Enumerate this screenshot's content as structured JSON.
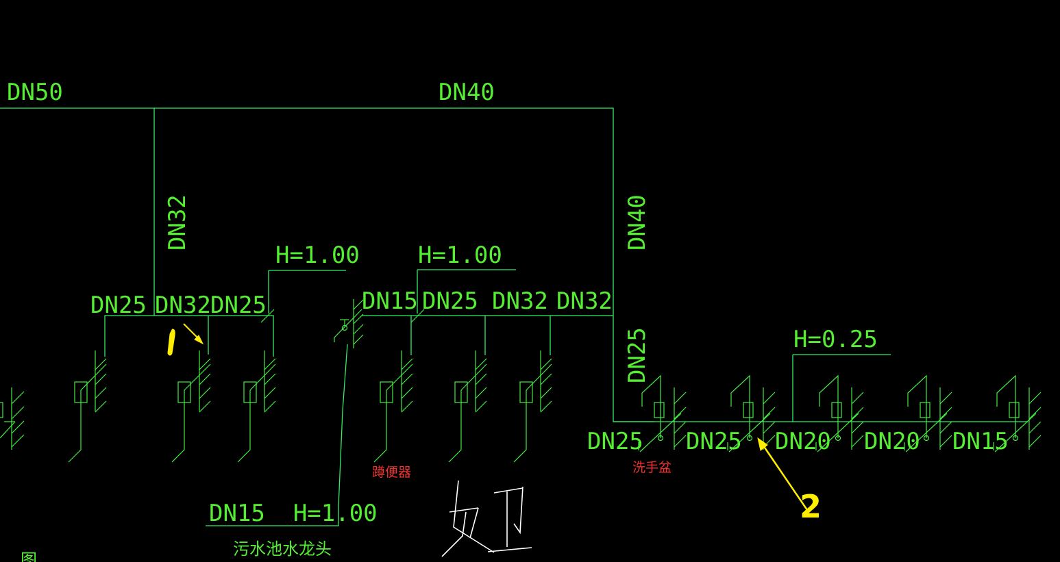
{
  "drawing": {
    "title_handwritten": "女卫",
    "partial_label_bottom_left": "图",
    "colors": {
      "background": "#000000",
      "pipe": "#33ee66",
      "label": "#55ee33",
      "fixture_name": "#ee3333",
      "annotation": "#ffee00",
      "handwriting": "#ffffff"
    }
  },
  "pipe_labels": {
    "main_left": "DN50",
    "main_top": "DN40",
    "riser_left": "DN32",
    "riser_right": "DN40",
    "riser_right_lower": "DN25",
    "branch1": [
      "DN25",
      "DN32",
      "DN25"
    ],
    "branch2": [
      "DN15",
      "DN25",
      "DN32",
      "DN32"
    ],
    "branch3": [
      "DN25",
      "DN25",
      "DN20",
      "DN20",
      "DN15"
    ]
  },
  "elevations": {
    "branch1": "H=1.00",
    "branch2": "H=1.00",
    "branch3": "H=0.25"
  },
  "faucet_callout": {
    "size_elev": "DN15  H=1.00",
    "name": "污水池水龙头"
  },
  "fixture_names": {
    "squat_toilet": "蹲便器",
    "wash_basin": "洗手盆"
  },
  "annotations": {
    "marker1": "1",
    "marker2": "2"
  }
}
